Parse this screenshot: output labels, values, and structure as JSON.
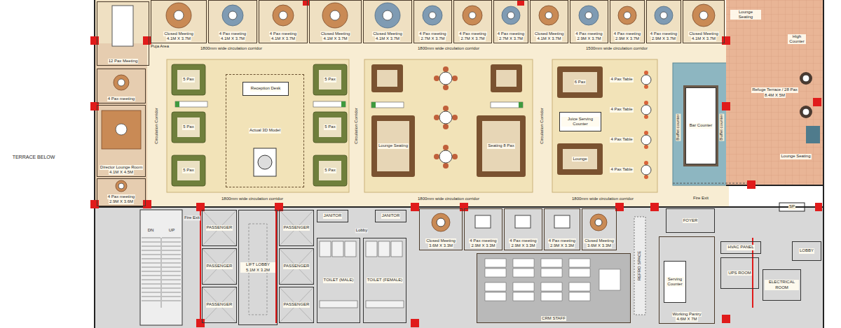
{
  "diagram": {
    "nodes": [
      {
        "text": [
          "12 Pax Meeting"
        ]
      },
      {
        "text": [
          "Closed Meeting",
          "4.1M X 3.7M"
        ]
      },
      {
        "text": [
          "4 Pax meeting",
          "4.1M X 3.7M"
        ]
      },
      {
        "text": [
          "4 Pax meeting",
          "4.1M X 3.7M"
        ]
      },
      {
        "text": [
          "Closed Meeting",
          "4.1M X 3.7M"
        ]
      },
      {
        "text": [
          "Closed Meeting",
          "4.1M X 3.7M"
        ]
      },
      {
        "text": [
          "4 Pax meeting",
          "2.7M X 3.7M"
        ]
      },
      {
        "text": [
          "4 Pax meeting",
          "2.7M X 3.7M"
        ]
      },
      {
        "text": [
          "4 Pax meeting",
          "2.7M X 3.7M"
        ]
      },
      {
        "text": [
          "Closed Meeting",
          "4.1M X 3.7M"
        ]
      },
      {
        "text": [
          "4 Pax meeting",
          "2.9M X 3.7M"
        ]
      },
      {
        "text": [
          "4 Pax meeting",
          "2.9M X 3.7M"
        ]
      },
      {
        "text": [
          "4 Pax meeting",
          "2.9M X 3.7M"
        ]
      },
      {
        "text": [
          "Closed Meeting",
          "4.1M X 3.7M"
        ]
      },
      {
        "text": [
          "4 Pax meeting"
        ]
      },
      {
        "text": [
          "Director Lounge Room",
          "4.1M X 4.5M"
        ]
      },
      {
        "text": [
          "4 Pax meeting",
          "2.9M X 3.6M"
        ]
      },
      {
        "text": [
          "Actual 3D Model"
        ]
      },
      {
        "text": [
          "Reception Desk"
        ],
        "in": 17
      },
      {
        "text": [
          "5 Pax"
        ]
      },
      {
        "text": [
          "5 Pax"
        ]
      },
      {
        "text": [
          "5 Pax"
        ]
      },
      {
        "text": [
          "5 Pax"
        ]
      },
      {
        "text": [
          "5 Pax"
        ]
      },
      {
        "text": [
          "5 Pax"
        ]
      },
      {
        "text": [
          "Lounge Seating"
        ]
      },
      {
        "text": [
          "Seating 8 Pax"
        ]
      },
      {
        "text": [
          "6 Pax"
        ]
      },
      {
        "text": [
          "Juice Serving Counter"
        ]
      },
      {
        "text": [
          "Lounge"
        ]
      },
      {
        "text": [
          "4 Pax Table"
        ]
      },
      {
        "text": [
          "4 Pax Table"
        ]
      },
      {
        "text": [
          "4 Pax Table"
        ]
      },
      {
        "text": [
          "4 Pax Table"
        ]
      },
      {
        "text": [
          "Bar Counter"
        ]
      },
      {
        "text": [
          "Refuge Terrace / 28 Pax",
          "8.4M X 5M"
        ]
      },
      {
        "text": [
          "High Counter"
        ],
        "in": 35
      },
      {
        "text": [
          "Lounge Seating"
        ],
        "in": 35
      },
      {
        "text": [
          "Lounge Seating"
        ],
        "in": 35
      },
      {
        "text": [
          "LIFT LOBBY 5.1M X 3.2M"
        ]
      },
      {
        "text": [
          "PASSENGER"
        ]
      },
      {
        "text": [
          "PASSENGER"
        ]
      },
      {
        "text": [
          "PASSENGER"
        ]
      },
      {
        "text": [
          "PASSENGER"
        ]
      },
      {
        "text": [
          "PASSENGER"
        ]
      },
      {
        "text": [
          "PASSENGER"
        ]
      },
      {
        "text": [
          "JANITOR"
        ]
      },
      {
        "text": [
          "JANITOR"
        ]
      },
      {
        "text": [
          "TOILET (MALE)"
        ]
      },
      {
        "text": [
          "TOILET (FEMALE)"
        ]
      },
      {
        "text": [
          "Closed Meeting",
          "3.6M X 3.3M"
        ]
      },
      {
        "text": [
          "4 Pax meeting",
          "2.9M X 3.3M"
        ]
      },
      {
        "text": [
          "4 Pax meeting",
          "2.9M X 3.3M"
        ]
      },
      {
        "text": [
          "4 Pax meeting",
          "2.9M X 3.3M"
        ]
      },
      {
        "text": [
          "Closed Meeting",
          "3.6M X 3.3M"
        ]
      },
      {
        "text": [
          "CRM STAFF"
        ]
      },
      {
        "text": [
          "FOYER"
        ]
      },
      {
        "text": [
          "Working Pantry",
          "4.6M X 7M"
        ]
      },
      {
        "text": [
          "Serving Counter"
        ],
        "in": 57
      },
      {
        "text": [
          "HVAC PANEL"
        ]
      },
      {
        "text": [
          "UPS ROOM"
        ]
      },
      {
        "text": [
          "ELECTRICAL ROOM"
        ]
      },
      {
        "text": [
          "LOBBY"
        ]
      }
    ],
    "labels": [
      "TERRACE BELOW",
      "Puja Area",
      "1800mm wide circulation corridor",
      "1800mm wide circulation corridor",
      "1500mm wide circulation corridor",
      "1800mm wide circulation corridor",
      "1800mm wide circulation corridor",
      "1800mm wide circulation corridor",
      "Circulation Corridor",
      "Circulation Corridor",
      "Circulation Corridor",
      "Buffet counter",
      "Buffet counter",
      "Fire Exit",
      "Fire Exit",
      "Lobby",
      "REFRO SPACE",
      "UP",
      "DN",
      "SP"
    ]
  }
}
